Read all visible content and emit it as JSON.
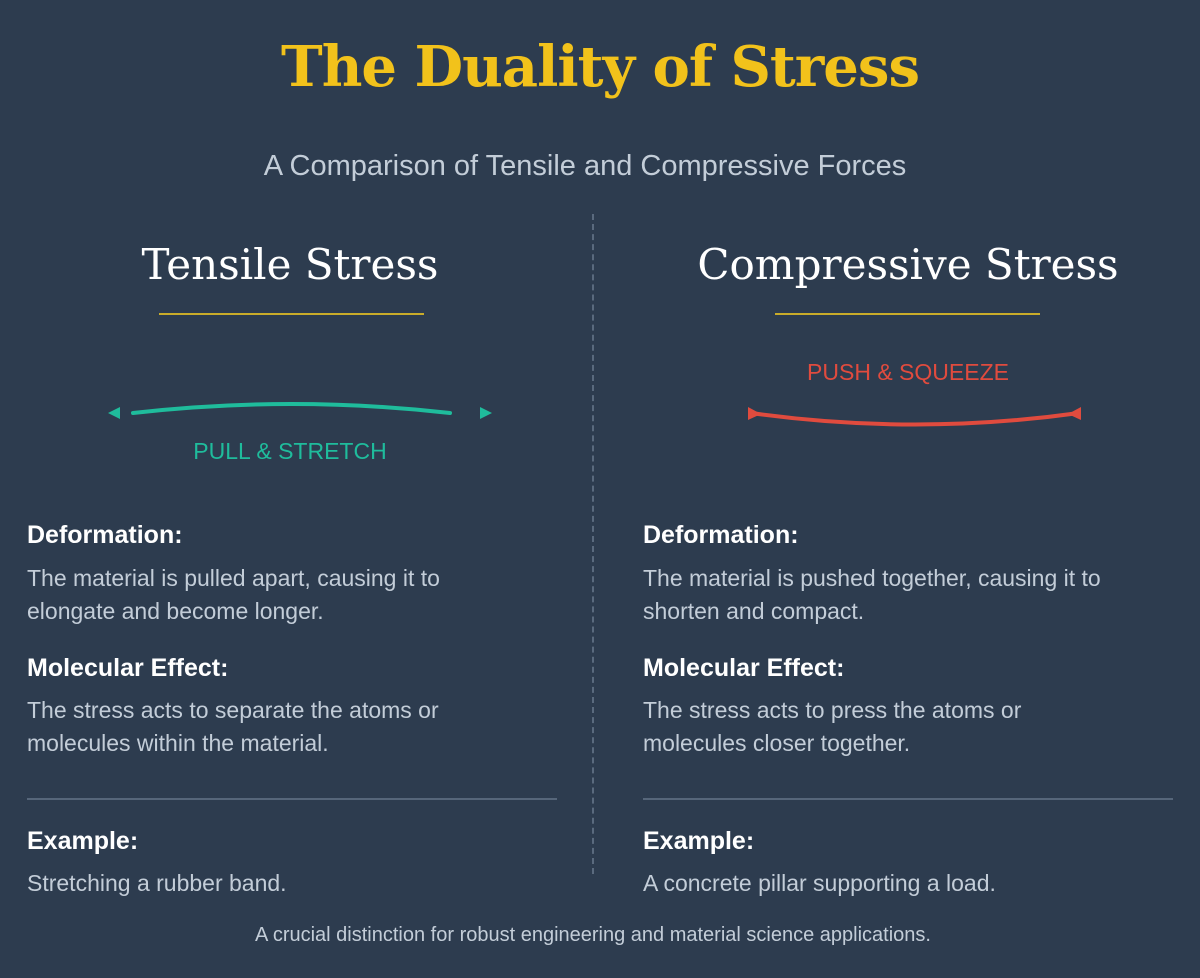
{
  "title": "The Duality of Stress",
  "subtitle": "A Comparison of Tensile and Compressive Forces",
  "colors": {
    "background": "#2d3c4f",
    "title": "#f2c21b",
    "accent_underline": "#c9ac2a",
    "tensile": "#1fbc9c",
    "compressive": "#e04b3e",
    "body_text": "#c3cdd8"
  },
  "columns": {
    "tensile": {
      "heading": "Tensile Stress",
      "action_label": "PULL & STRETCH",
      "arrow_icon": "outward-arrows-arc",
      "deformation_label": "Deformation:",
      "deformation_text": "The material is pulled apart, causing it to elongate and become longer.",
      "molecular_label": "Molecular Effect:",
      "molecular_text": "The stress acts to separate the atoms or molecules within the material.",
      "example_label": "Example:",
      "example_text": "Stretching a rubber band."
    },
    "compressive": {
      "heading": "Compressive Stress",
      "action_label": "PUSH & SQUEEZE",
      "arrow_icon": "inward-arrows-arc",
      "deformation_label": "Deformation:",
      "deformation_text": "The material is pushed together, causing it to shorten and compact.",
      "molecular_label": "Molecular Effect:",
      "molecular_text": "The stress acts to press the atoms or molecules closer together.",
      "example_label": "Example:",
      "example_text": "A concrete pillar supporting a load."
    }
  },
  "footer": "A crucial distinction for robust engineering and material science applications."
}
